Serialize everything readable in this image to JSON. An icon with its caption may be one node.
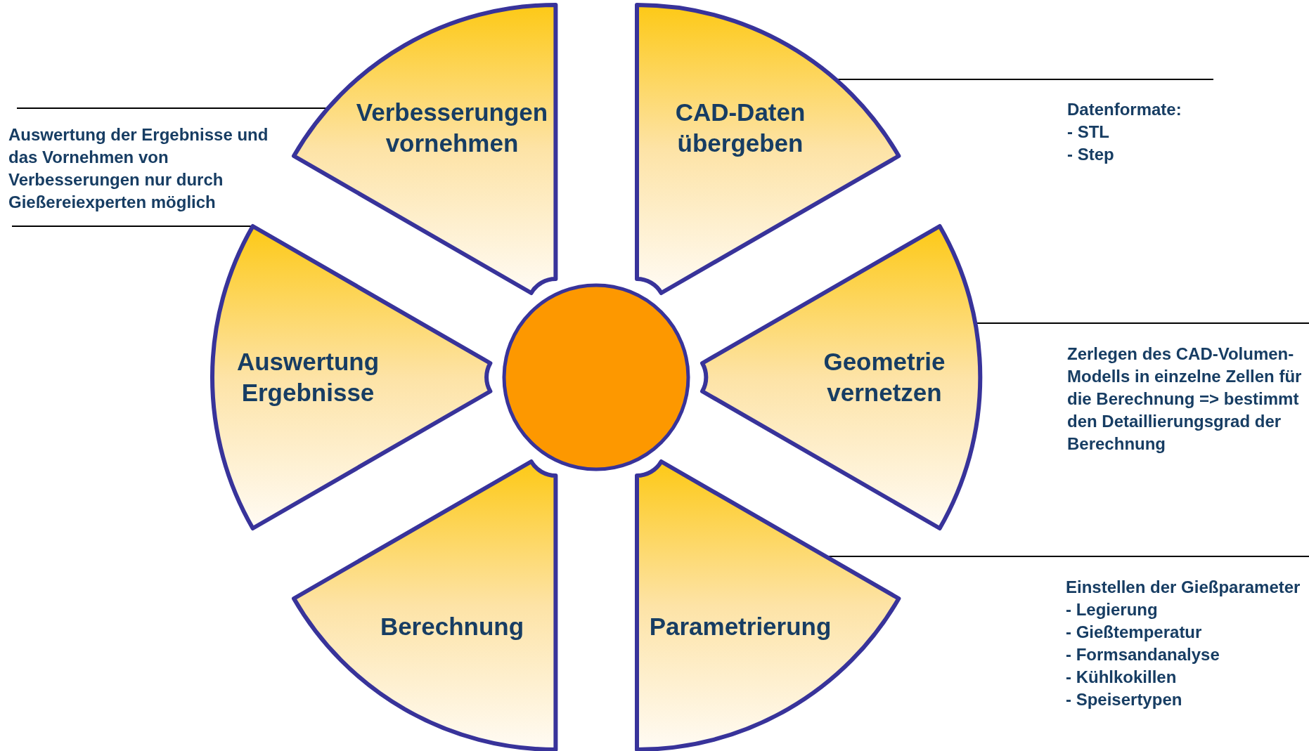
{
  "diagram": {
    "nodes": [
      {
        "text": [
          "CAD-Daten übergeben"
        ]
      },
      {
        "text": [
          "Geometrie vernetzen"
        ]
      },
      {
        "text": [
          "Parametrierung"
        ]
      },
      {
        "text": [
          "Berechnung"
        ]
      },
      {
        "text": [
          "Auswertung Ergebnisse"
        ]
      },
      {
        "text": [
          "Verbesserungen vornehmen"
        ]
      },
      {
        "text": [],
        "shape": "circle"
      },
      {
        "text": [
          "Auswertung der Ergebnisse und das Vornehmen von Verbesserungen nur durch Gießereiexperten möglich"
        ]
      },
      {
        "text": [
          "Datenformate:",
          "- STL",
          "- Step"
        ]
      },
      {
        "text": [
          "Zerlegen des CAD-Volumen-Modells in einzelne Zellen für die Berechnung => bestimmt den Detaillierungsgrad der Berechnung"
        ]
      },
      {
        "text": [
          "Einstellen der Gießparameter",
          "- Legierung",
          "- Gießtemperatur",
          "- Formsandanalyse",
          "- Kühlkokillen",
          "- Speisertypen"
        ]
      }
    ],
    "edges": [
      {
        "from": 7,
        "to": 5,
        "arrow": "none"
      },
      {
        "from": 7,
        "to": 4,
        "arrow": "none"
      },
      {
        "from": 8,
        "to": 0,
        "arrow": "none"
      },
      {
        "from": 9,
        "to": 1,
        "arrow": "none"
      },
      {
        "from": 10,
        "to": 2,
        "arrow": "none"
      }
    ]
  }
}
